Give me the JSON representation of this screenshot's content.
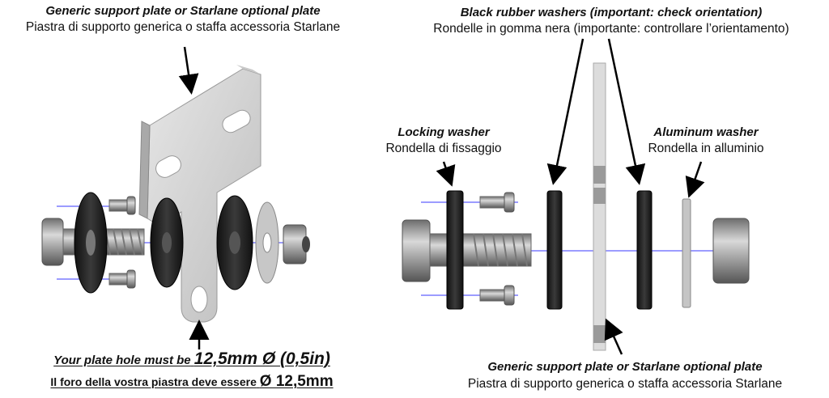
{
  "left": {
    "plate_label_en": "Generic support plate or Starlane optional plate",
    "plate_label_it": "Piastra di supporto generica o staffa accessoria Starlane",
    "hole_note_en_prefix": "Your plate hole must be",
    "hole_note_en_value": "12,5mm Ø (0,5in)",
    "hole_note_it_prefix": "Il foro della vostra piastra deve essere",
    "hole_note_it_value": "Ø 12,5mm"
  },
  "right": {
    "rubber_label_en": "Black rubber washers (important: check orientation)",
    "rubber_label_it": "Rondelle in gomma nera (importante: controllare l’orientamento)",
    "locking_label_en": "Locking washer",
    "locking_label_it": "Rondella di fissaggio",
    "alu_label_en": "Aluminum washer",
    "alu_label_it": "Rondella in alluminio",
    "plate_label_en": "Generic support plate or Starlane optional plate",
    "plate_label_it": "Piastra di supporto generica o staffa accessoria Starlane"
  },
  "colors": {
    "rubber": "#222222",
    "metal": "#9a9a9a",
    "plate": "#d8d8d8",
    "axis": "#3a3aff",
    "text": "#111111"
  }
}
